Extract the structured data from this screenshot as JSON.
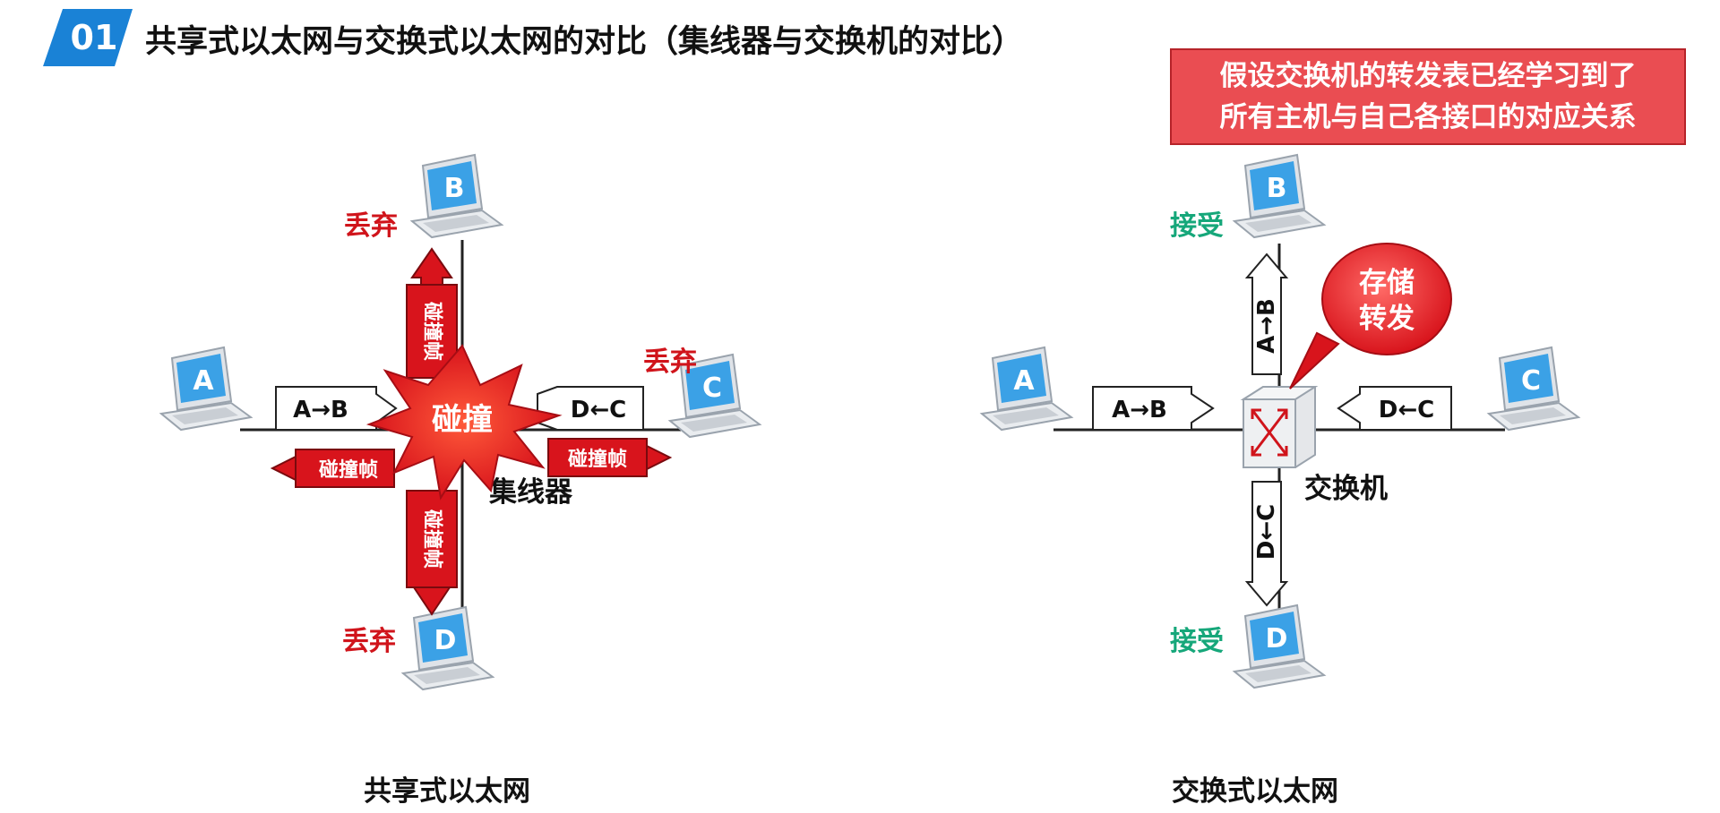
{
  "header": {
    "badge": "01",
    "title": "共享式以太网与交换式以太网的对比（集线器与交换机的对比）"
  },
  "note": {
    "line1": "假设交换机的转发表已经学习到了",
    "line2": "所有主机与自己各接口的对应关系"
  },
  "shared": {
    "caption": "共享式以太网",
    "hub_label": "集线器",
    "collision_label": "碰撞",
    "collision_frame": "碰撞帧",
    "drop": "丢弃",
    "frame_ab": "A→B",
    "frame_dc": "D←C",
    "hosts": [
      "A",
      "B",
      "C",
      "D"
    ]
  },
  "switched": {
    "caption": "交换式以太网",
    "switch_label": "交换机",
    "bubble_line1": "存储",
    "bubble_line2": "转发",
    "accept": "接受",
    "frame_ab": "A→B",
    "frame_dc": "D←C",
    "hosts": [
      "A",
      "B",
      "C",
      "D"
    ]
  },
  "colors": {
    "badge_blue": "#1a82d6",
    "note_red": "#ea4d52",
    "drop_red": "#d0141b",
    "accept_green": "#16a77a",
    "collision_red": "#d8141c",
    "screen_blue": "#3ba1e6"
  }
}
